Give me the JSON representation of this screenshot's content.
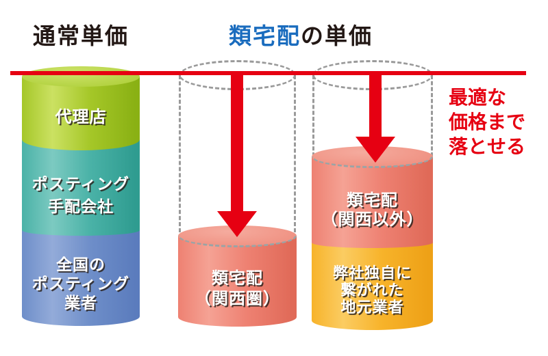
{
  "header": {
    "left_title": "通常単価",
    "center_title_highlight": "類宅配",
    "center_title_suffix": "の単価"
  },
  "normal_cylinder": {
    "seg_agency": {
      "line1": "代理店"
    },
    "seg_posting_company": {
      "line1": "ポスティング",
      "line2": "手配会社"
    },
    "seg_national_posting": {
      "line1": "全国の",
      "line2": "ポスティング",
      "line3": "業者"
    }
  },
  "kansai_cylinder": {
    "seg_ruitakuhai": {
      "line1": "類宅配",
      "line2": "（関西圏）"
    }
  },
  "non_kansai_cylinder": {
    "seg_ruitakuhai": {
      "line1": "類宅配",
      "line2": "（関西以外）"
    },
    "seg_local_contractors": {
      "line1": "弊社独自に",
      "line2": "繋がれた",
      "line3": "地元業者"
    }
  },
  "note": {
    "line1": "最適な",
    "line2": "価格まで",
    "line3": "落とせる"
  },
  "colors": {
    "red": "#e60012",
    "title_blue": "#1a6cbe",
    "ink": "#231815",
    "dash_gray": "#9a9a9a",
    "dash_arc": "#9aa4a6",
    "green": "#a5c728",
    "green_light": "#cbe162",
    "green_dark": "#8ab114",
    "green_lid": "#cde26a",
    "green_lid_dark": "#aacd33",
    "teal": "#4ab2a7",
    "teal_light": "#7ccac1",
    "teal_dark": "#2f9c90",
    "blue": "#6e8ec9",
    "blue_light": "#93abd9",
    "blue_dark": "#5b7cbd",
    "salmon": "#ee8172",
    "salmon_light": "#f5a294",
    "salmon_dark": "#e06a58",
    "salmon_lid_light": "#f5ab9e",
    "salmon_lid": "#ee8a7a",
    "orange": "#f7b32a",
    "orange_light": "#fbcc62",
    "orange_dark": "#eea117"
  }
}
